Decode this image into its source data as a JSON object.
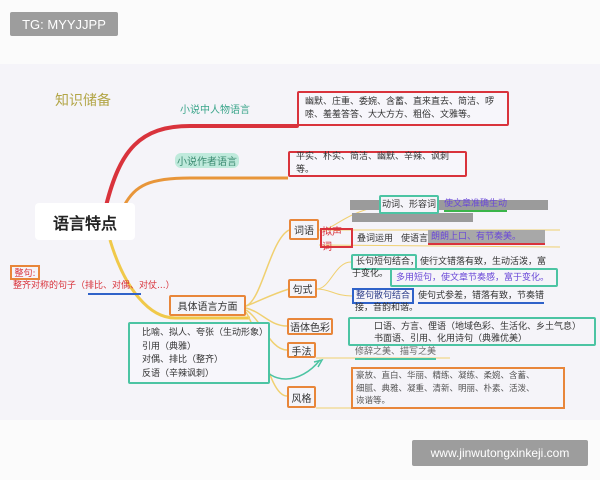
{
  "watermark_top": "TG: MYYJJPP",
  "watermark_bottom": "www.jinwutongxinkeji.com",
  "section_title": "知识储备",
  "root": "语言特点",
  "branch1": {
    "label": "小说中人物语言",
    "line1": "幽默、庄重、委婉、含蓄、直来直去、简洁、啰",
    "line2": "嗦、羞羞答答、大大方方、粗俗、文雅等。"
  },
  "branch2": {
    "label": "小说作者语言",
    "text": "平实、朴实、简洁、幽默、辛辣、讽刺等。"
  },
  "branch3": {
    "label": "具体语言方面",
    "ciyu": {
      "label": "词语",
      "item1": "动词、形容词",
      "item1_effect": "使文章准确生动",
      "item2": "拟声词",
      "item2_b": "叠词运用",
      "item2_c": "使语言",
      "item2_effect": "朗朗上口、有节奏美。"
    },
    "jushi": {
      "label": "句式",
      "item1": "长句短句结合，",
      "item1_text": "使行文错落有致，生动活泼，富",
      "item1_wrap": "于变化。",
      "item2": "多用短句，使文章节奏感，富于变化。",
      "item3": "整句散句结合",
      "item3_text": "使句式参差，错落有致，节奏错",
      "item3_wrap": "接，音韵和谐。"
    },
    "yuti": {
      "label": "语体色彩",
      "line1": "口语、方言、俚语（地域色彩、生活化、乡土气息）",
      "line2": "书面语、引用、化用诗句（典雅优美）"
    },
    "shoufa": {
      "label": "手法",
      "text": "修辞之美、描写之美",
      "list": [
        "比喻、拟人、夸张（生动形象）",
        "引用（典雅）",
        "对偶、排比（整齐）",
        "反语（辛辣讽刺）"
      ]
    },
    "fengge": {
      "label": "风格",
      "line1": "豪放、直白、华丽、精练、凝练、柔婉、含蓄、",
      "line2": "细腻、典雅、凝重、清新、明丽、朴素、活泼、",
      "line3": "诙谐等。"
    }
  },
  "note": {
    "label": "整句:",
    "text": "整齐对称的句子（排比、对偶、对仗...）"
  },
  "colors": {
    "red": "#d9333c",
    "orange": "#e8863a",
    "yellow": "#f0c94a",
    "teal": "#4cc4a3",
    "purple": "#6a48d8",
    "blue": "#2f62c9"
  }
}
